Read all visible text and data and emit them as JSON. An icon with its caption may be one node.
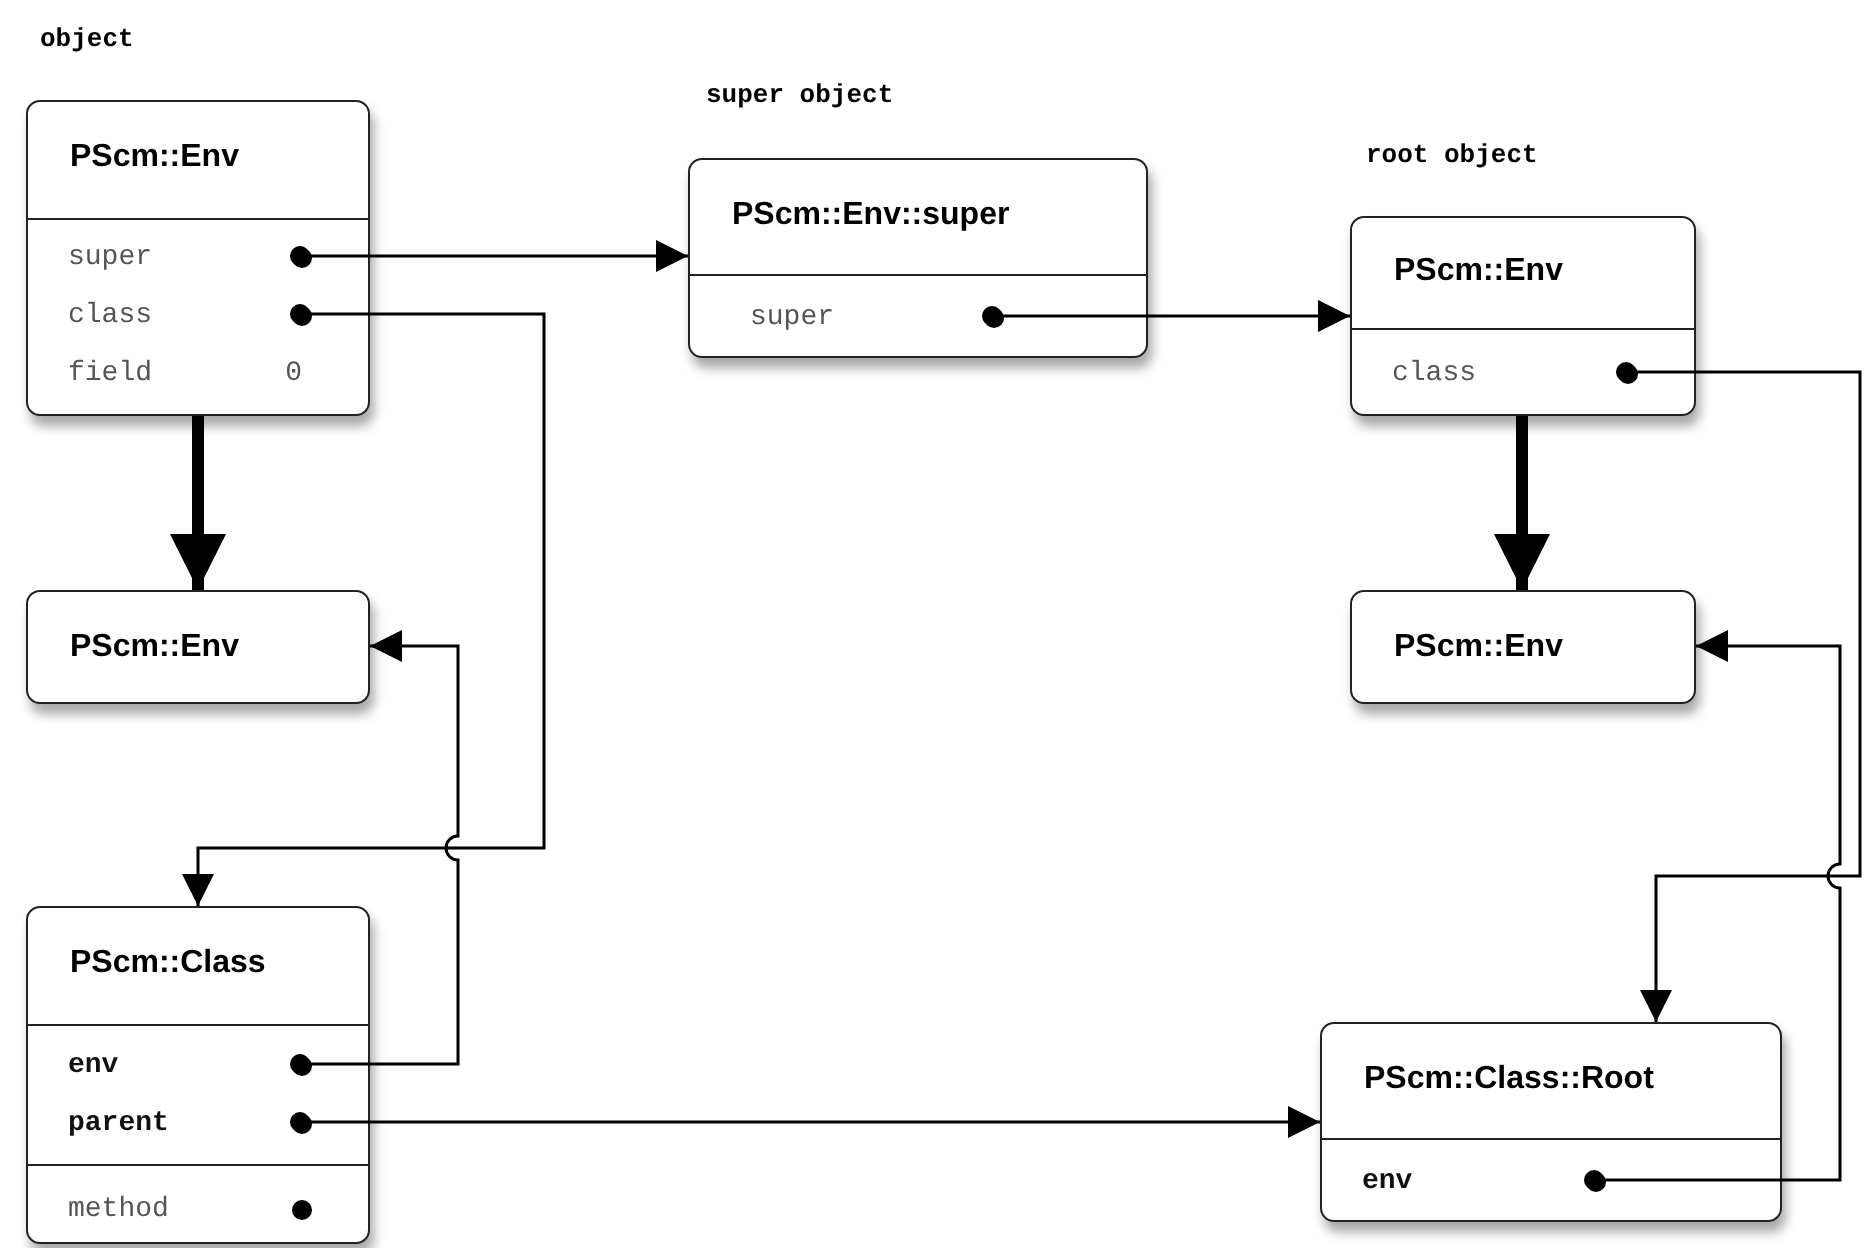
{
  "diagram": {
    "nodes": [
      {
        "text": [
          "object",
          "PScm::Env"
        ]
      },
      {
        "text": [
          "super"
        ],
        "in": 0
      },
      {
        "text": [
          "class"
        ],
        "in": 0
      },
      {
        "text": [
          "field",
          "0"
        ],
        "in": 0
      },
      {
        "text": [
          "PScm::Env"
        ]
      },
      {
        "text": [
          "super object",
          "PScm::Env::super"
        ]
      },
      {
        "text": [
          "super"
        ],
        "in": 5
      },
      {
        "text": [
          "root object",
          "PScm::Env"
        ]
      },
      {
        "text": [
          "class"
        ],
        "in": 7
      },
      {
        "text": [
          "PScm::Env"
        ]
      },
      {
        "text": [
          "PScm::Class"
        ]
      },
      {
        "text": [
          "env"
        ],
        "in": 10
      },
      {
        "text": [
          "parent"
        ],
        "in": 10
      },
      {
        "text": [
          "method"
        ],
        "in": 10
      },
      {
        "text": [
          "PScm::Class::Root"
        ]
      },
      {
        "text": [
          "env"
        ],
        "in": 14
      }
    ],
    "edges": [
      {
        "from": 1,
        "to": 5,
        "arrow": "to"
      },
      {
        "from": 6,
        "to": 7,
        "arrow": "to"
      },
      {
        "from": 8,
        "to": 14,
        "arrow": "to"
      },
      {
        "from": 2,
        "to": 10,
        "arrow": "to"
      },
      {
        "from": 0,
        "to": 4,
        "arrow": "to",
        "style": "thick"
      },
      {
        "from": 7,
        "to": 9,
        "arrow": "to",
        "style": "thick"
      },
      {
        "from": 11,
        "to": 4,
        "arrow": "to"
      },
      {
        "from": 12,
        "to": 14,
        "arrow": "to"
      },
      {
        "from": 15,
        "to": 9,
        "arrow": "to"
      }
    ]
  }
}
